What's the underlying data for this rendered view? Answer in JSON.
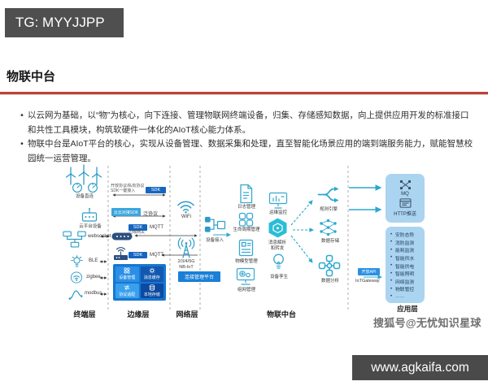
{
  "slide": {
    "corner_tag": "TG: MYYJJPP",
    "title": "物联中台",
    "bullets": [
      "以云网为基础，以“物”为核心，向下连接、管理物联网终端设备，归集、存储感知数据，向上提供应用开发的标准接口和共性工具模块，构筑软硬件一体化的AIoT核心能力体系。",
      "物联中台是AIoT平台的核心，实现从设备管理、数据采集和处理，直至智能化场景应用的端到端服务能力，赋能智慧校园统一运营管理。"
    ],
    "watermark": "搜狐号@无忧知识星球",
    "footer_url": "www.agkaifa.com"
  },
  "colors": {
    "accent_red": "#bd4138",
    "dark_tag_gray": "#4f4f4f",
    "badge_blue": "#1566c2",
    "badge_light_blue": "#3ba4dd",
    "edge_box_blue": "#1577d0",
    "panel_light_blue": "#abd4f1",
    "icon_teal": "#2e9cc6",
    "icon_cyan": "#2aa8cf",
    "device_navy": "#2b4f7e"
  },
  "diagram": {
    "terminal": {
      "label": "终端层",
      "items": [
        {
          "icon": "wind-turbine-icon",
          "label": "设备直连"
        },
        {
          "icon": "cloud-device-icon",
          "label": "云平台设备"
        },
        {
          "icon": "device-cluster-icon",
          "label": "websocket"
        },
        {
          "icon": "smart-bulb-icon",
          "label": "BLE"
        },
        {
          "icon": "zigbee-icon",
          "label": "zigbee"
        },
        {
          "icon": "modbus-icon",
          "label": "modbus"
        }
      ]
    },
    "edge": {
      "label": "边缘层",
      "row1": {
        "text": "开放协议/私有协议SDK一键接入",
        "badge": "SDK"
      },
      "row2": {
        "badge": "云云对接SDK",
        "text": "泛协议"
      },
      "row3": {
        "badge": "SDK",
        "text": "MQTT",
        "caption": "边缘网关"
      },
      "row4": {
        "badge": "SDK",
        "text": "MQTT"
      },
      "gateway_box": {
        "items": [
          "设备管理",
          "消息缓存",
          "协议适配",
          "本地存储"
        ]
      }
    },
    "network": {
      "label": "网络层",
      "wifi_label": "WiFi",
      "cellular_line1": "2/3/4/5G",
      "cellular_line2": "NB-IoT",
      "badge": "连接管理平台"
    },
    "platform": {
      "label": "物联中台",
      "device_access": "设备接入",
      "col1": [
        "日志管理",
        "生命周期管理",
        "物模型管理",
        "组网管理"
      ],
      "col2": [
        "运维监控",
        "消息解析和转发",
        "设备孪生"
      ],
      "col3": [
        "规则引擎",
        "数据存储",
        "数据分析"
      ]
    },
    "gateway": {
      "badge": "开放API",
      "label": "IoTGateway"
    },
    "application": {
      "label": "应用层",
      "push_items": [
        "MQ",
        "HTTP推送"
      ],
      "apps": [
        "安防态势",
        "消防监测",
        "能耗监测",
        "智能供水",
        "智能供电",
        "智能照明",
        "网络监测",
        "物联管控",
        "……"
      ]
    }
  }
}
